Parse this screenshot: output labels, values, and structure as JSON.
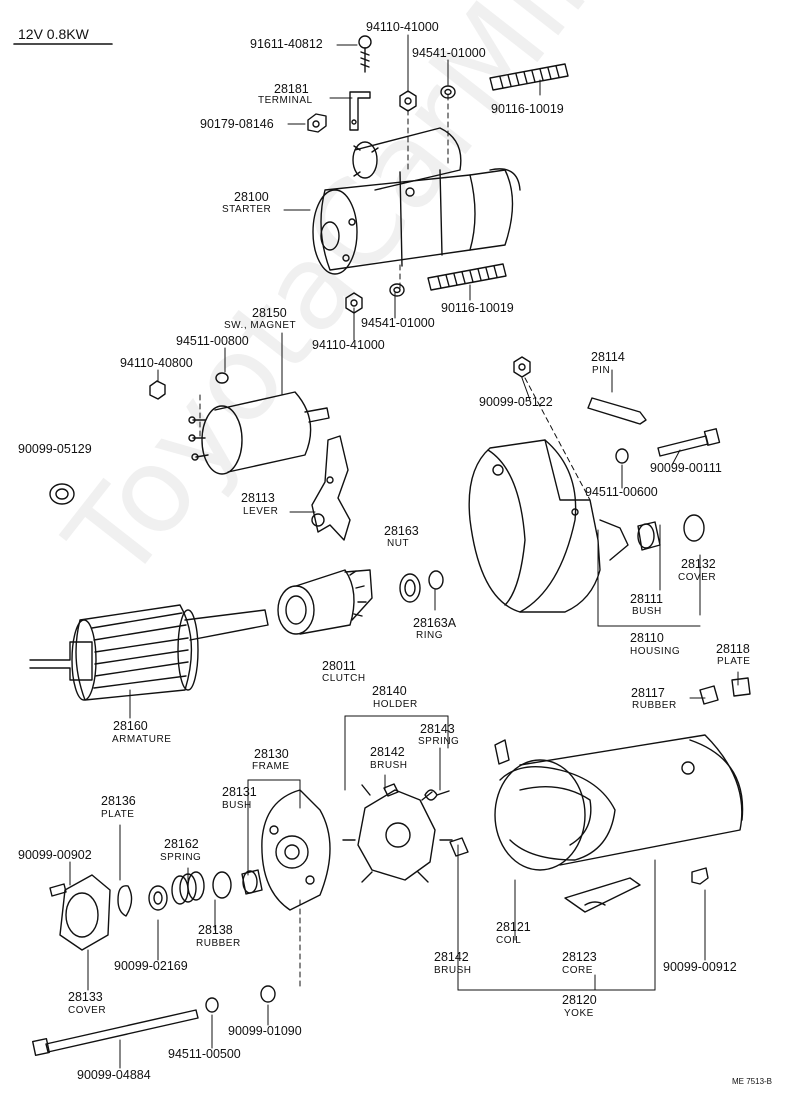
{
  "header": {
    "title": "12V 0.8KW"
  },
  "watermark": "ToyotaCarMine.ru",
  "footer": {
    "code": "ME 7513-B"
  },
  "parts": {
    "p1": "91611-40812",
    "p2": "94110-41000",
    "p3": "94541-01000",
    "p4": "28181",
    "p4n": "TERMINAL",
    "p5": "90116-10019",
    "p6": "90179-08146",
    "p7": "28100",
    "p7n": "STARTER",
    "p8": "90116-10019",
    "p9": "94541-01000",
    "p10": "94110-41000",
    "p11": "28150",
    "p11n": "SW., MAGNET",
    "p12": "94511-00800",
    "p13": "94110-40800",
    "p14": "28114",
    "p14n": "PIN",
    "p15": "90099-05122",
    "p16": "90099-05129",
    "p17": "90099-00111",
    "p18": "94511-00600",
    "p19": "28113",
    "p19n": "LEVER",
    "p20": "28163",
    "p20n": "NUT",
    "p21": "28132",
    "p21n": "COVER",
    "p22": "28111",
    "p22n": "BUSH",
    "p23": "28163A",
    "p23n": "RING",
    "p24": "28110",
    "p24n": "HOUSING",
    "p25": "28011",
    "p25n": "CLUTCH",
    "p26": "28118",
    "p26n": "PLATE",
    "p27": "28117",
    "p27n": "RUBBER",
    "p28": "28160",
    "p28n": "ARMATURE",
    "p29": "28140",
    "p29n": "HOLDER",
    "p30": "28143",
    "p30n": "SPRING",
    "p31": "28142",
    "p31n": "BRUSH",
    "p32": "28130",
    "p32n": "FRAME",
    "p33": "28131",
    "p33n": "BUSH",
    "p34": "28136",
    "p34n": "PLATE",
    "p35": "28162",
    "p35n": "SPRING",
    "p36": "90099-00902",
    "p37": "28138",
    "p37n": "RUBBER",
    "p38": "90099-02169",
    "p39": "28133",
    "p39n": "COVER",
    "p40": "28121",
    "p40n": "COIL",
    "p41": "28142",
    "p41n": "BRUSH",
    "p42": "28123",
    "p42n": "CORE",
    "p43": "90099-00912",
    "p44": "28120",
    "p44n": "YOKE",
    "p45": "90099-01090",
    "p46": "94511-00500",
    "p47": "90099-04884"
  }
}
